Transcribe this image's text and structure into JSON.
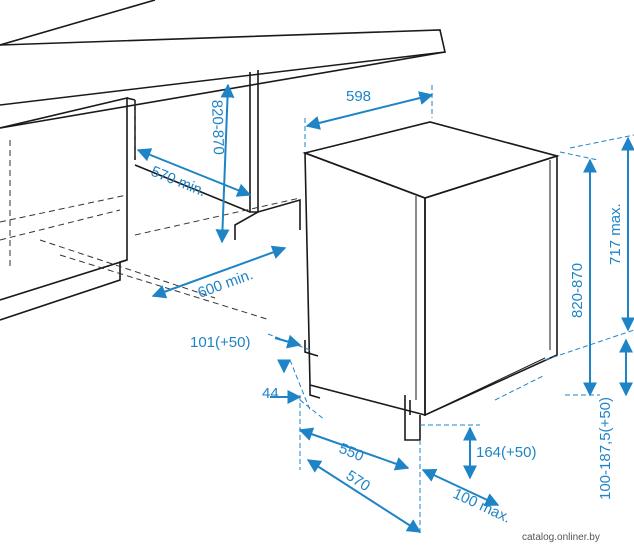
{
  "dimensions": {
    "width_598": "598",
    "height_820_870_left": "820-870",
    "depth_570_min": "570 min.",
    "depth_600_min": "600 min.",
    "height_820_870_right": "820-870",
    "height_717_max": "717 max.",
    "plinth_101": "101(+50)",
    "plinth_44": "44",
    "depth_550": "550",
    "depth_570": "570",
    "door_164": "164(+50)",
    "depth_100_max": "100 max.",
    "plinth_height": "100-187,5(+50)"
  },
  "watermark": "catalog.onliner.by",
  "colors": {
    "dimension": "#1e84c6",
    "line": "#1a1a1a"
  }
}
